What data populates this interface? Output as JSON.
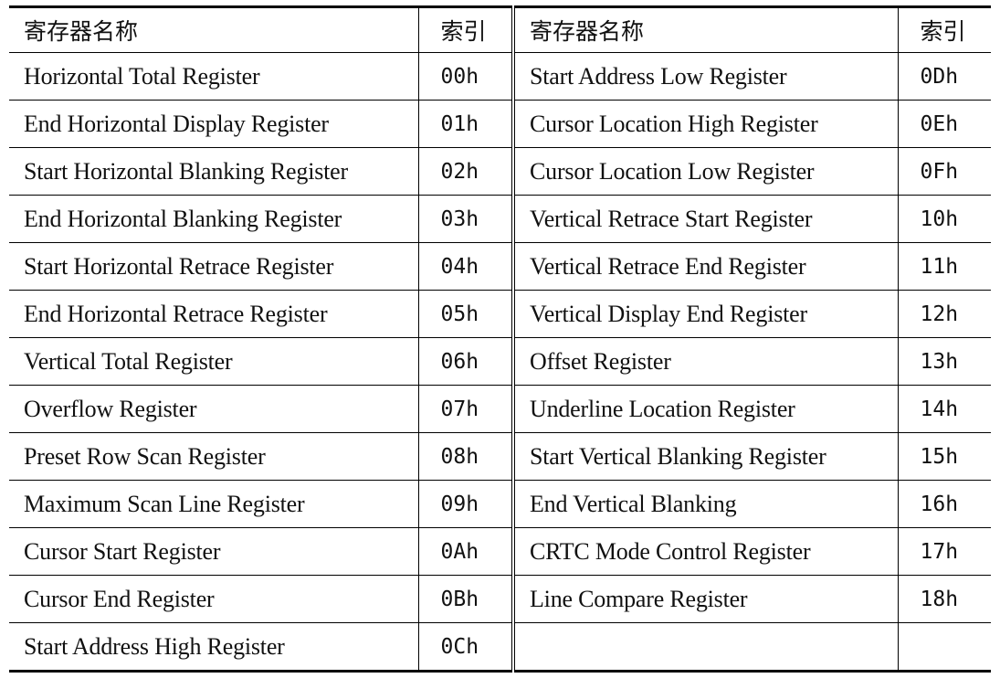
{
  "headers": {
    "name": "寄存器名称",
    "index": "索引"
  },
  "left_rows": [
    {
      "name": "Horizontal Total Register",
      "index": "00h"
    },
    {
      "name": "End Horizontal Display Register",
      "index": "01h"
    },
    {
      "name": "Start Horizontal Blanking Register",
      "index": "02h"
    },
    {
      "name": "End Horizontal Blanking Register",
      "index": "03h"
    },
    {
      "name": "Start Horizontal Retrace Register",
      "index": "04h"
    },
    {
      "name": "End Horizontal Retrace Register",
      "index": "05h"
    },
    {
      "name": "Vertical Total Register",
      "index": "06h"
    },
    {
      "name": "Overflow Register",
      "index": "07h"
    },
    {
      "name": "Preset Row Scan Register",
      "index": "08h"
    },
    {
      "name": "Maximum Scan Line Register",
      "index": "09h"
    },
    {
      "name": "Cursor Start Register",
      "index": "0Ah"
    },
    {
      "name": "Cursor End Register",
      "index": "0Bh"
    },
    {
      "name": "Start Address High Register",
      "index": "0Ch"
    }
  ],
  "right_rows": [
    {
      "name": "Start Address Low Register",
      "index": "0Dh"
    },
    {
      "name": "Cursor Location High Register",
      "index": "0Eh"
    },
    {
      "name": "Cursor Location Low Register",
      "index": "0Fh"
    },
    {
      "name": "Vertical Retrace Start Register",
      "index": "10h"
    },
    {
      "name": "Vertical Retrace End Register",
      "index": "11h"
    },
    {
      "name": "Vertical Display End Register",
      "index": "12h"
    },
    {
      "name": "Offset Register",
      "index": "13h"
    },
    {
      "name": "Underline Location Register",
      "index": "14h"
    },
    {
      "name": "Start Vertical Blanking Register",
      "index": "15h"
    },
    {
      "name": "End Vertical Blanking",
      "index": "16h"
    },
    {
      "name": "CRTC Mode Control Register",
      "index": "17h"
    },
    {
      "name": "Line Compare Register",
      "index": "18h"
    },
    {
      "name": "",
      "index": ""
    }
  ]
}
